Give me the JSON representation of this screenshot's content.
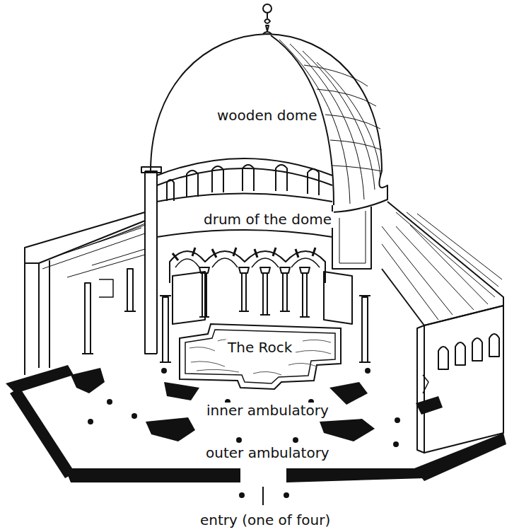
{
  "diagram": {
    "nodes": [
      {
        "text": [
          "The Rock"
        ]
      }
    ],
    "labels": [
      "wooden dome",
      "drum of the dome",
      "inner ambulatory",
      "outer ambulatory",
      "entry (one of four)"
    ]
  }
}
